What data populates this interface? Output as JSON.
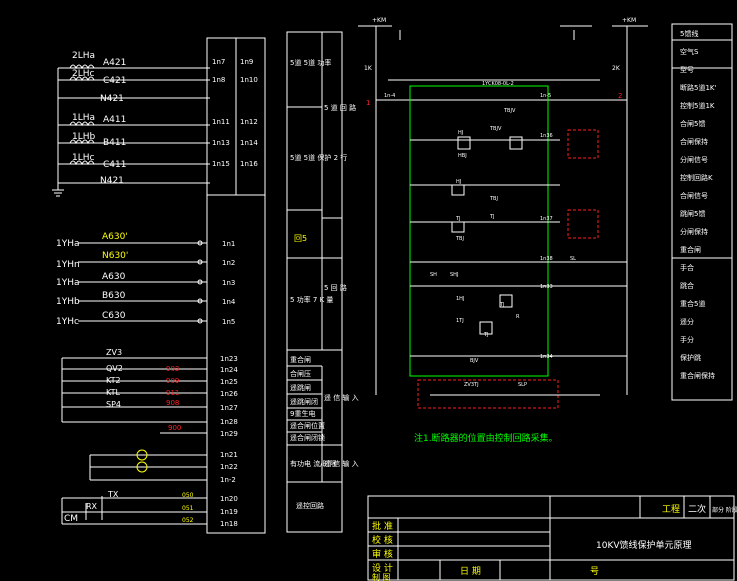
{
  "colors": {
    "background": "#000000",
    "line": "#ffffff",
    "yellow": "#ffff00",
    "red": "#ff2020",
    "green": "#00ff00",
    "gray": "#b0b0b0"
  },
  "ct_block": {
    "top_label": "2LHa",
    "mid_label": "2LHc",
    "phases_top": [
      "A421",
      "C421",
      "N421"
    ],
    "group2_labels": [
      "1LHa",
      "1LHb",
      "1LHc"
    ],
    "phases_bottom": [
      "A411",
      "B411",
      "C411",
      "N421"
    ]
  },
  "terminals_top": [
    "1n7",
    "1n9",
    "1n8",
    "1n10",
    "1n11",
    "1n12",
    "1n13",
    "1n14",
    "1n15",
    "1n16"
  ],
  "pt_block": {
    "left_labels": [
      "1YHa",
      "1YHn",
      "1YHa",
      "1YHb",
      "1YHc"
    ],
    "wires": [
      "A630'",
      "N630'",
      "A630",
      "B630",
      "C630"
    ],
    "terminals": [
      "1n1",
      "1n2",
      "1n3",
      "1n4",
      "1n5"
    ]
  },
  "switch_block": {
    "labels": [
      "ZV3",
      "QV2",
      "KT2",
      "KTL",
      "SP4"
    ],
    "codes": [
      "903",
      "909",
      "911",
      "908",
      "900"
    ],
    "terminals": [
      "1n23",
      "1n24",
      "1n25",
      "1n26",
      "1n27",
      "1n28",
      "1n29"
    ]
  },
  "lamp_block": {
    "terminals": [
      "1n21",
      "1n22",
      "1n-2"
    ]
  },
  "comm_block": {
    "labels": [
      "CM",
      "RX",
      "TX"
    ],
    "codes": [
      "050",
      "051",
      "052"
    ],
    "terminals": [
      "1n20",
      "1n19",
      "1n18"
    ]
  },
  "function_column": {
    "left_cells": [
      "5道 5道 功率",
      "5道 5道 保护 2 行",
      "回5",
      "5 功率 7 K 量",
      "重合闸",
      "合闸压",
      "遥跳闸",
      "遥跳闸闭",
      "9重生电",
      "遥合闸位置",
      "遥合闸闭锁",
      "有功电 流/时限",
      "遥控回路"
    ],
    "right_cells": [
      "5 道 回 路",
      "5 回 路",
      "遥 信 输 入",
      "遥 信 输 入"
    ]
  },
  "control_circuit": {
    "top_left_bus": "+KM",
    "top_right_bus": "+KM",
    "breaker_label": "1K",
    "breaker_label_right": "2K",
    "module_title": "1YCK08-0L-2",
    "terminal_labels": [
      "1n-4",
      "1n-5",
      "1n36",
      "1n37",
      "1n38",
      "1n33",
      "1n34"
    ],
    "component_labels": [
      "HJ",
      "HBJ",
      "TBJV",
      "TBJV",
      "TBJ",
      "HJ",
      "TJ",
      "TBJ",
      "TJ",
      "BJV",
      "SL",
      "SHJ",
      "SH",
      "1HJ",
      "1TJ",
      "TJ",
      "R",
      "TJ"
    ],
    "side_marks": [
      "1",
      "2"
    ],
    "bottom_labels": [
      "ZV3TJ",
      "SLP"
    ],
    "note": "注1.断路器的位置由控制回路采集。"
  },
  "signal_list": {
    "items": [
      "5馈线",
      "空气S",
      "型号",
      "断路5道1K'",
      "控制5道1K",
      "合闸5馈",
      "合闸保持",
      "分闸信号",
      "控制回路K",
      "合闸信号",
      "跳闸5馈",
      "分闸保持",
      "重合闸",
      "手合",
      "跳合",
      "重合5道",
      "遥分",
      "手分",
      "保护跳",
      "重合闸保持"
    ]
  },
  "title_block": {
    "rows": [
      "批 准",
      "校 核",
      "审 核",
      "设 计",
      "制 图"
    ],
    "date_label": "日 期",
    "project_label": "工程",
    "stage_label": "二次",
    "stage_sub": "部分 阶段",
    "drawing_title": "10KV馈线保护单元原理",
    "number_label": "号"
  }
}
